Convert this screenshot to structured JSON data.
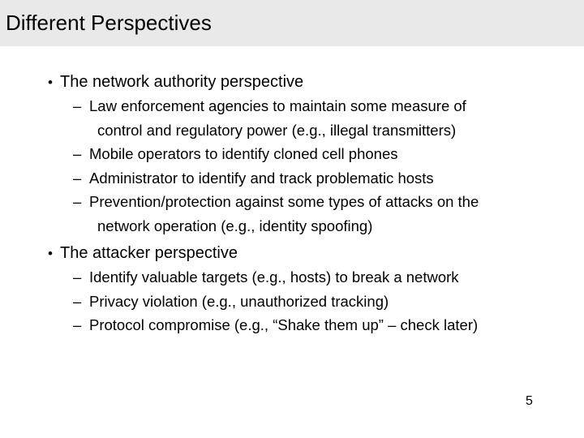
{
  "slide": {
    "title": "Different Perspectives",
    "page_number": "5",
    "bullet_glyph": "•",
    "dash_glyph": "–",
    "colors": {
      "title_bar_bg": "#e9e9e9",
      "slide_bg": "#ffffff",
      "text": "#000000"
    },
    "sections": [
      {
        "heading": "The network authority perspective",
        "items": [
          {
            "lines": [
              "Law enforcement agencies to maintain some measure of",
              "control and regulatory power (e.g., illegal transmitters)"
            ]
          },
          {
            "lines": [
              "Mobile operators to identify cloned cell phones"
            ]
          },
          {
            "lines": [
              "Administrator to identify and track problematic hosts"
            ]
          },
          {
            "lines": [
              "Prevention/protection against some types of attacks on the",
              "network operation (e.g., identity spoofing)"
            ]
          }
        ]
      },
      {
        "heading": "The attacker perspective",
        "items": [
          {
            "lines": [
              "Identify valuable targets (e.g., hosts) to break a network"
            ]
          },
          {
            "lines": [
              "Privacy violation (e.g., unauthorized tracking)"
            ]
          },
          {
            "lines": [
              "Protocol compromise (e.g., “Shake them up” – check later)"
            ]
          }
        ]
      }
    ]
  }
}
